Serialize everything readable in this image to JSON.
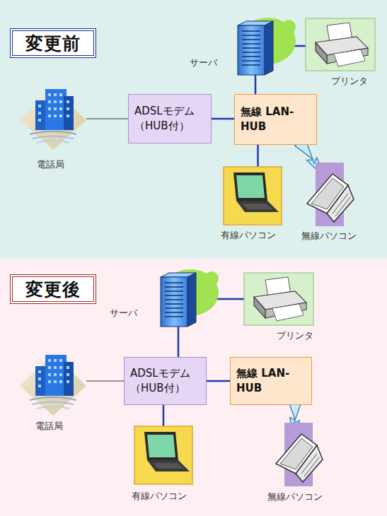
{
  "diagram": {
    "nodes": [
      {
        "text": [
          "変更前"
        ]
      },
      {
        "text": [
          "サーバ"
        ]
      },
      {
        "text": [
          "プリンタ"
        ]
      },
      {
        "text": [
          "電話局"
        ]
      },
      {
        "text": [
          "ADSLモデム （HUB付）"
        ]
      },
      {
        "text": [
          "無線 LAN-HUB"
        ]
      },
      {
        "text": [
          "有線パソコン"
        ]
      },
      {
        "text": [
          "無線パソコン"
        ]
      },
      {
        "text": [
          "変更後"
        ]
      },
      {
        "text": [
          "サーバ"
        ]
      },
      {
        "text": [
          "プリンタ"
        ]
      },
      {
        "text": [
          "電話局"
        ]
      },
      {
        "text": [
          "ADSLモデム （HUB付）"
        ]
      },
      {
        "text": [
          "無線 LAN-HUB"
        ]
      },
      {
        "text": [
          "有線パソコン"
        ]
      },
      {
        "text": [
          "無線パソコン"
        ]
      }
    ],
    "edges": [
      {
        "from": 3,
        "to": 4,
        "arrow": "none"
      },
      {
        "from": 4,
        "to": 5,
        "arrow": "none"
      },
      {
        "from": 5,
        "to": 1,
        "arrow": "none"
      },
      {
        "from": 1,
        "to": 2,
        "arrow": "none"
      },
      {
        "from": 5,
        "to": 6,
        "arrow": "none"
      },
      {
        "from": 5,
        "to": 7,
        "arrow": "none"
      },
      {
        "from": 11,
        "to": 12,
        "arrow": "none"
      },
      {
        "from": 12,
        "to": 9,
        "arrow": "none"
      },
      {
        "from": 9,
        "to": 10,
        "arrow": "none"
      },
      {
        "from": 12,
        "to": 13,
        "arrow": "none"
      },
      {
        "from": 12,
        "to": 14,
        "arrow": "none"
      },
      {
        "from": 13,
        "to": 15,
        "arrow": "none"
      }
    ]
  }
}
